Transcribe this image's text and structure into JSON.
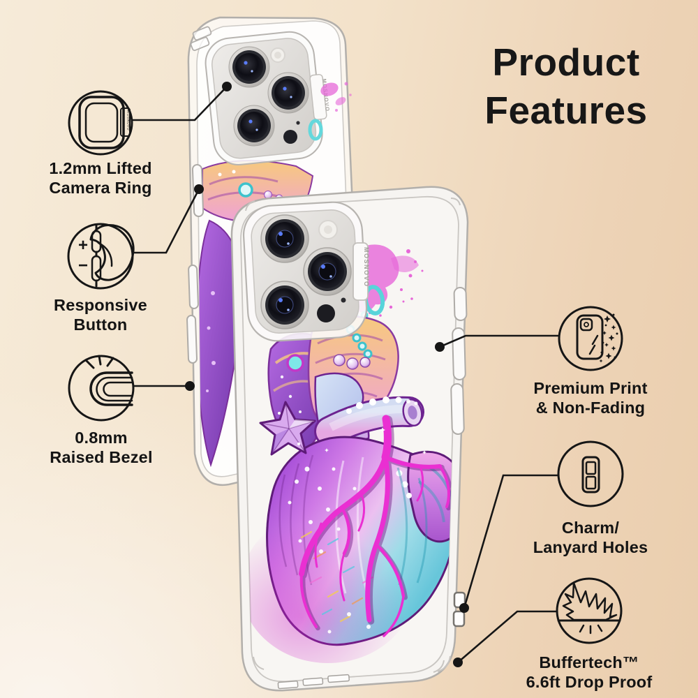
{
  "title": {
    "line1": "Product",
    "line2": "Features"
  },
  "brand": "MOSNOVO",
  "features": [
    {
      "id": "camera-ring",
      "icon": "camera-ring-icon",
      "line1": "1.2mm Lifted",
      "line2": "Camera Ring"
    },
    {
      "id": "responsive-button",
      "icon": "volume-buttons-icon",
      "line1": "Responsive",
      "line2": "Button",
      "plus_label": "+",
      "minus_label": "−"
    },
    {
      "id": "raised-bezel",
      "icon": "raised-bezel-icon",
      "line1": "0.8mm",
      "line2": "Raised Bezel"
    },
    {
      "id": "premium-print",
      "icon": "print-sparkle-icon",
      "line1": "Premium Print",
      "line2": "& Non-Fading"
    },
    {
      "id": "charm-lanyard-holes",
      "icon": "lanyard-holes-icon",
      "line1": "Charm/",
      "line2": "Lanyard Holes"
    },
    {
      "id": "drop-proof",
      "icon": "drop-impact-icon",
      "line1": "Buffertech™",
      "line2": "6.6ft Drop Proof"
    }
  ],
  "colors": {
    "background_light": "#f6ebd9",
    "background_peach": "#eaceae",
    "callout_line": "#161616",
    "text": "#141414",
    "case_outline": "#b2afab",
    "heart_magenta": "#ea2fd2",
    "heart_purple": "#9d44d4",
    "heart_teal": "#67c6da",
    "heart_orange": "#f5bd72",
    "splash_pink": "#e667d8"
  }
}
